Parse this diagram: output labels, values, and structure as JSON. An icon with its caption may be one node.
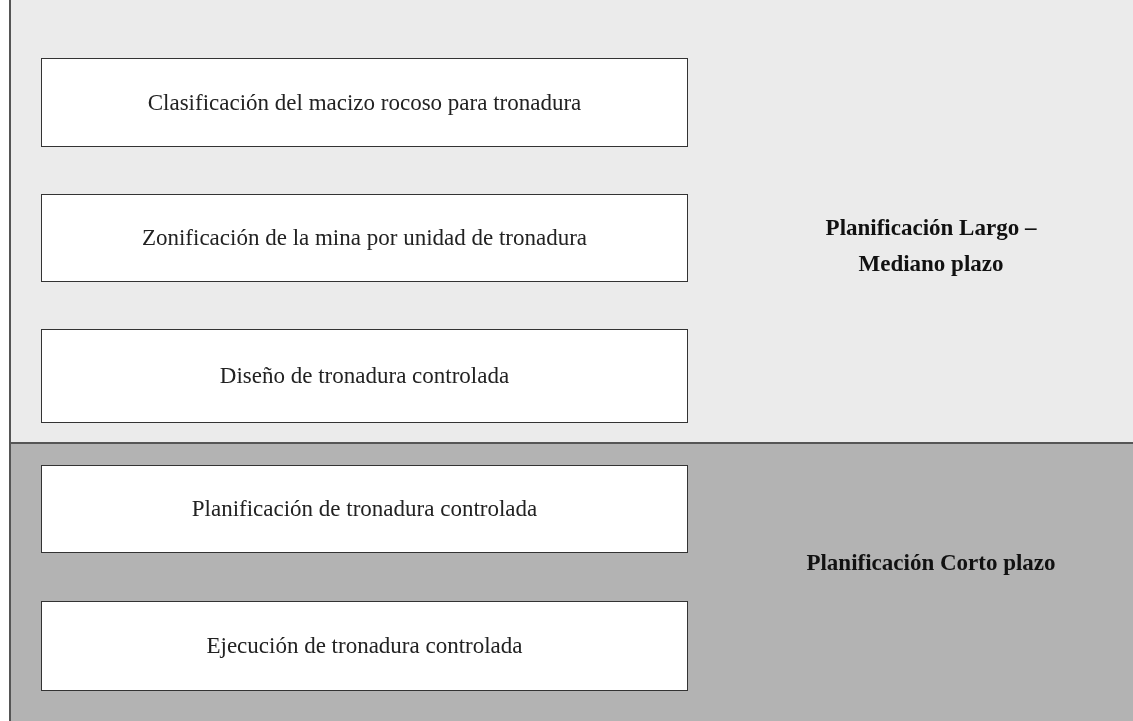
{
  "diagram": {
    "nodes": [
      {
        "text": [
          "Planificación Largo – Mediano plazo"
        ]
      },
      {
        "text": [
          "Clasificación del macizo rocoso para tronadura"
        ],
        "in": 0
      },
      {
        "text": [
          "Zonificación de la mina por unidad de tronadura"
        ],
        "in": 0
      },
      {
        "text": [
          "Diseño de tronadura controlada"
        ],
        "in": 0
      },
      {
        "text": [
          "Planificación Corto plazo"
        ]
      },
      {
        "text": [
          "Planificación de tronadura controlada"
        ],
        "in": 4
      },
      {
        "text": [
          "Ejecución de tronadura controlada"
        ],
        "in": 4
      }
    ]
  }
}
